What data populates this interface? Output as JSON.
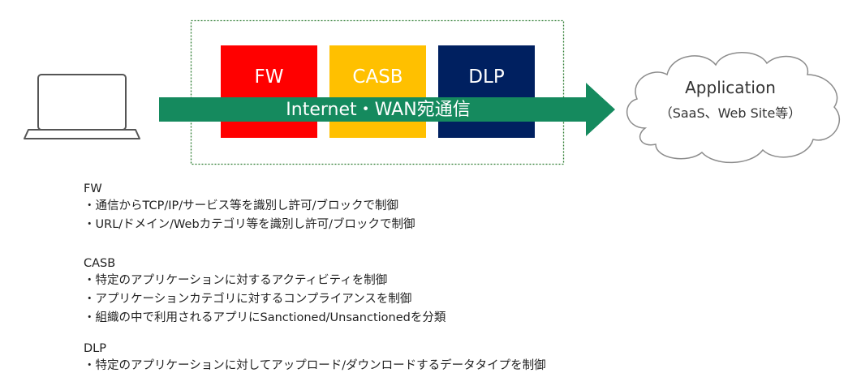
{
  "diagram": {
    "boxes": [
      {
        "label": "FW",
        "color": "#ff0000"
      },
      {
        "label": "CASB",
        "color": "#ffc000"
      },
      {
        "label": "DLP",
        "color": "#002060"
      }
    ],
    "arrow": {
      "label": "Internet・WAN宛通信",
      "color": "#158a5e"
    },
    "cloud": {
      "title": "Application",
      "subtitle": "（SaaS、Web Site等）"
    },
    "icons": {
      "device": "laptop-icon"
    }
  },
  "descriptions": {
    "fw": {
      "heading": "FW",
      "items": [
        "・通信からTCP/IP/サービス等を識別し許可/ブロックで制御",
        "・URL/ドメイン/Webカテゴリ等を識別し許可/ブロックで制御"
      ]
    },
    "casb": {
      "heading": "CASB",
      "items": [
        "・特定のアプリケーションに対するアクティビティを制御",
        "・アプリケーションカテゴリに対するコンプライアンスを制御",
        "・組織の中で利用されるアプリにSanctioned/Unsanctionedを分類"
      ]
    },
    "dlp": {
      "heading": "DLP",
      "items": [
        "・特定のアプリケーションに対してアップロード/ダウンロードするデータタイプを制御"
      ]
    }
  }
}
